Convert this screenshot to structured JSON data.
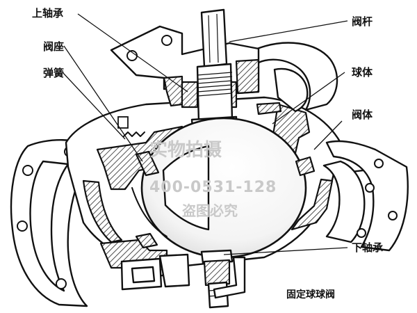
{
  "labels": {
    "upper_bearing": "上轴承",
    "valve_seat": "阀座",
    "spring": "弹簧",
    "stem": "阀杆",
    "ball": "球体",
    "body": "阀体",
    "lower_bearing": "下轴承"
  },
  "caption": "固定球球阀",
  "watermark": {
    "line1": "实物拍摄",
    "line2": "400-0531-128",
    "line3": "盗图必究"
  }
}
